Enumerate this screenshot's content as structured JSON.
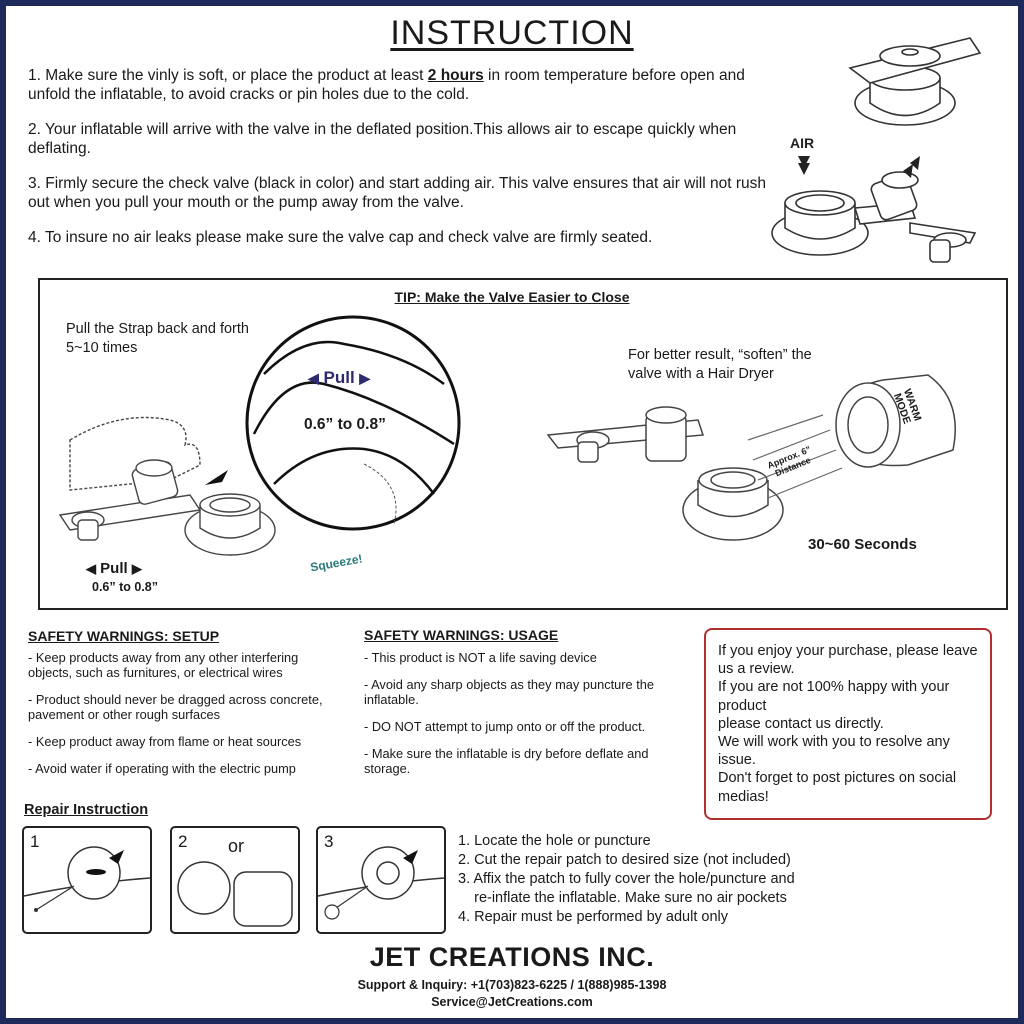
{
  "title": "INSTRUCTION",
  "steps": {
    "s1_a": "1. Make sure the vinly is soft, or place the product at least ",
    "s1_b": "2 hours",
    "s1_c": " in room temperature before open and unfold the inflatable, to avoid cracks or pin holes due to the cold.",
    "s2": "2. Your inflatable will arrive with the valve in the deflated position.This allows air to escape quickly when deflating.",
    "s3": "3. Firmly secure the check valve (black in color) and start adding air.  This valve ensures that air will not rush out when you pull your mouth or the pump away from the valve.",
    "s4": "4. To insure no air leaks please make sure the valve cap and check valve are firmly seated."
  },
  "air_label": "AIR",
  "tip": {
    "title": "TIP: Make the Valve Easier to Close",
    "pull_text": "Pull the Strap back and forth\n5~10 times",
    "pull_label": "Pull",
    "pull_range": "0.6” to 0.8”",
    "pull_label_small": "Pull",
    "pull_range_small": "0.6” to 0.8”",
    "squeeze": "Squeeze!",
    "soften_text": "For better result, “soften” the\nvalve with a Hair Dryer",
    "warm_mode": "WARM\nMODE",
    "distance": "Approx. 6”\nDistance",
    "seconds": "30~60 Seconds"
  },
  "safety_setup": {
    "heading": "SAFETY WARNINGS: SETUP",
    "items": [
      "- Keep products away from any other interfering objects, such as furnitures, or electrical wires",
      "- Product should never be dragged across concrete, pavement or other rough surfaces",
      "- Keep product away from flame or heat sources",
      "- Avoid water if operating with the electric pump"
    ]
  },
  "safety_usage": {
    "heading": "SAFETY WARNINGS: USAGE",
    "items": [
      "- This product is NOT a life saving device",
      "- Avoid any sharp objects as they may puncture the inflatable.",
      "- DO NOT attempt to jump onto or off the product.",
      "- Make sure the inflatable is dry before deflate and storage."
    ]
  },
  "review_box": "If you enjoy your purchase, please leave us a review.\nIf you are not 100% happy with your product\nplease contact us directly.\nWe will work with you to resolve any issue.\nDon't forget to post pictures on social medias!",
  "repair": {
    "heading": "Repair Instruction",
    "panel1": "1",
    "panel2": "2",
    "panel2_or": "or",
    "panel3": "3",
    "list": [
      "1. Locate the hole or puncture",
      "2. Cut the repair patch to desired size (not included)",
      "3. Affix the patch to fully cover the hole/puncture and",
      "    re-inflate the inflatable. Make sure no air pockets",
      "4. Repair must be performed by adult only"
    ]
  },
  "company": "JET CREATIONS INC.",
  "contact_line": "Support & Inquiry: +1(703)823-6225 / 1(888)985-1398",
  "email": "Service@JetCreations.com",
  "colors": {
    "border": "#1e2a5a",
    "review_border": "#b03030",
    "pull_text": "#2d2a6e",
    "squeeze": "#2a7a7a"
  }
}
